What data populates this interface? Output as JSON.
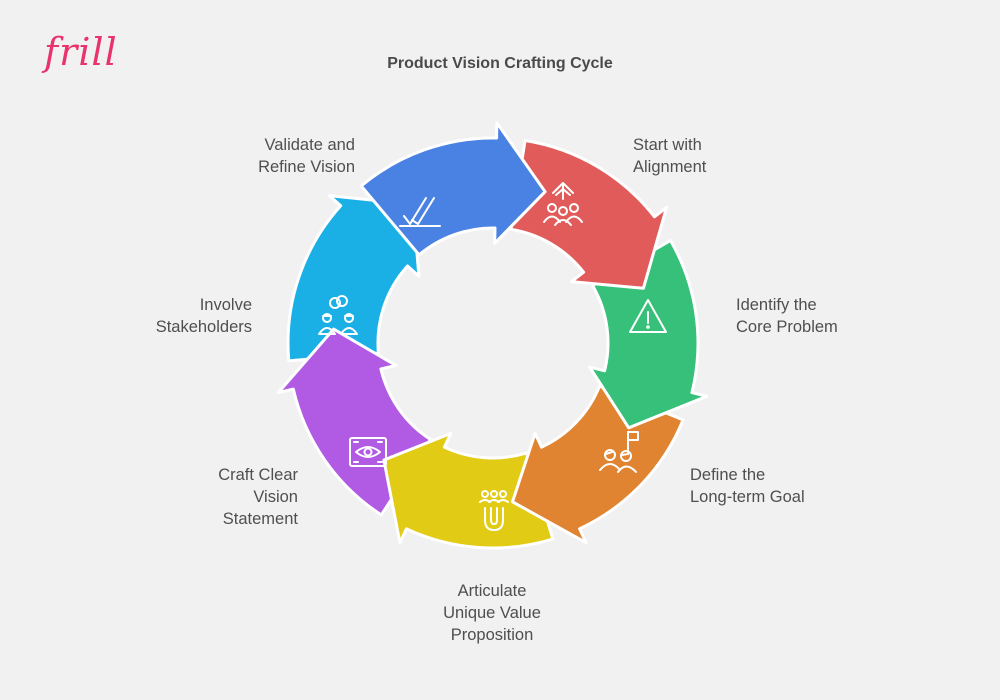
{
  "brand": {
    "logo_text": "frill"
  },
  "title": "Product Vision Crafting Cycle",
  "steps": [
    {
      "lines": [
        "Start with",
        "Alignment"
      ],
      "color": "#4a82e4",
      "icon": "alignment-team-icon"
    },
    {
      "lines": [
        "Identify the",
        "Core Problem"
      ],
      "color": "#e05b5a",
      "icon": "warning-triangle-icon"
    },
    {
      "lines": [
        "Define the",
        "Long-term Goal"
      ],
      "color": "#37c07a",
      "icon": "goal-flag-icon"
    },
    {
      "lines": [
        "Articulate",
        "Unique Value",
        "Proposition"
      ],
      "color": "#e08431",
      "icon": "magnet-people-icon"
    },
    {
      "lines": [
        "Craft Clear",
        "Vision",
        "Statement"
      ],
      "color": "#e2cb14",
      "icon": "eye-focus-icon"
    },
    {
      "lines": [
        "Involve",
        "Stakeholders"
      ],
      "color": "#b15ae3",
      "icon": "stakeholders-icon"
    },
    {
      "lines": [
        "Validate and",
        "Refine Vision"
      ],
      "color": "#1ab0e6",
      "icon": "double-check-icon"
    }
  ]
}
